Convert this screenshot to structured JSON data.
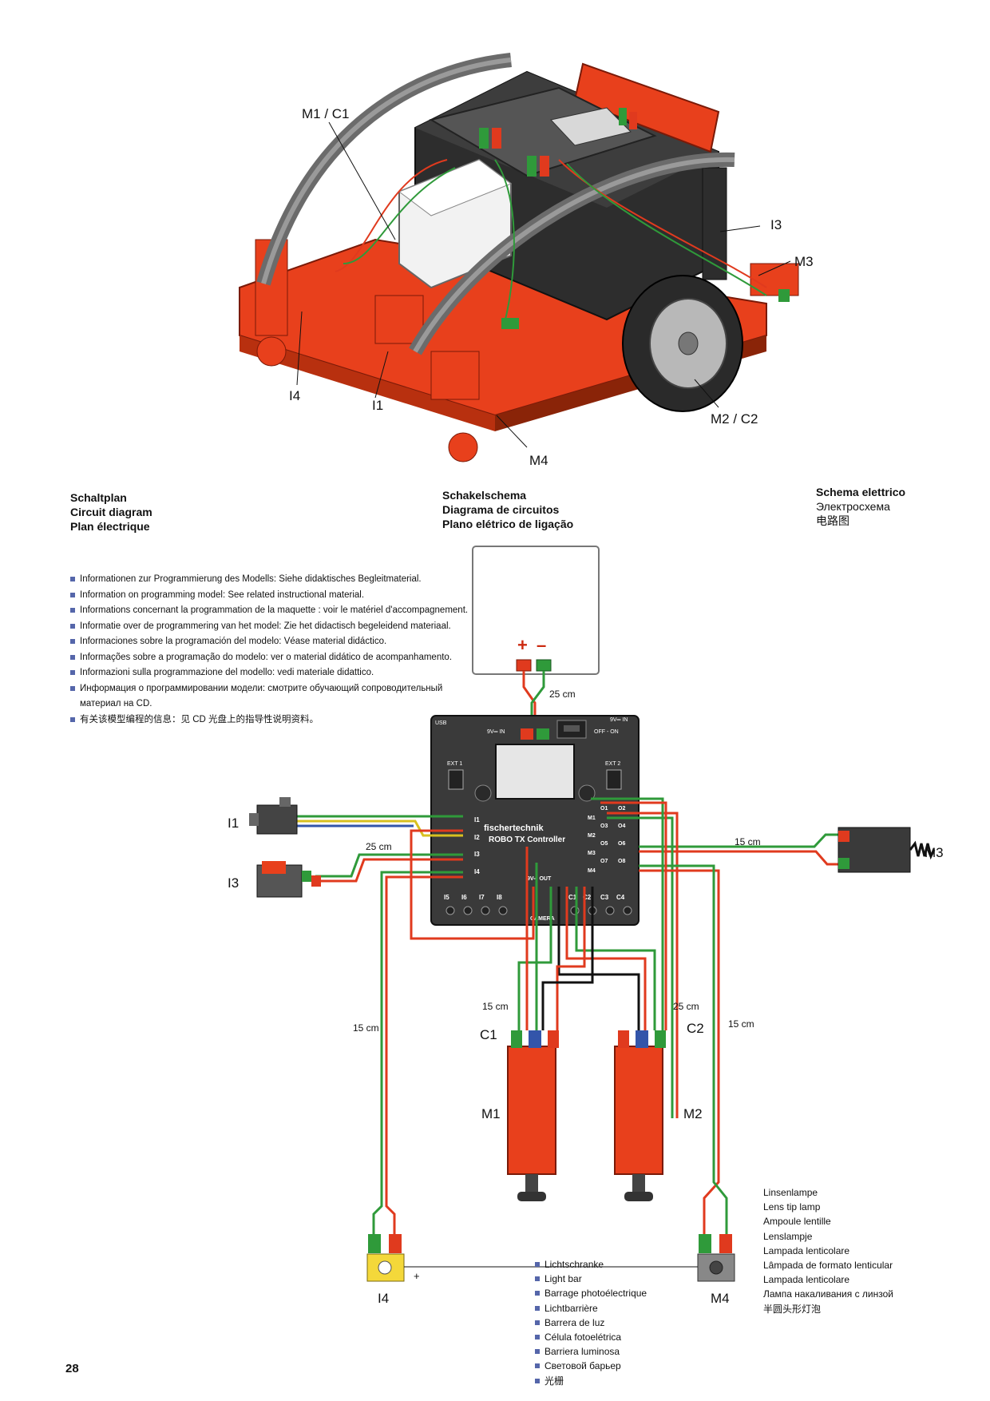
{
  "colors": {
    "model_red": "#e8401c",
    "model_dark": "#2a2a2a",
    "controller": "#3a3a3a",
    "wire_red": "#e03a1e",
    "wire_green": "#2f9a3a",
    "plug_blue": "#3355aa",
    "bullet": "#5566aa"
  },
  "photo": {
    "labels": {
      "m1c1": "M1 / C1",
      "i3": "I3",
      "m3": "M3",
      "i4": "I4",
      "i1": "I1",
      "m2c2": "M2 / C2",
      "m4": "M4"
    }
  },
  "headers": {
    "left": [
      "Schaltplan",
      "Circuit diagram",
      "Plan électrique"
    ],
    "middle": [
      "Schakelschema",
      "Diagrama de circuitos",
      "Plano elétrico de ligação"
    ],
    "right": [
      "Schema elettrico",
      "Электросхема",
      "电路图"
    ]
  },
  "info": [
    "Informationen zur Programmierung des Modells: Siehe didaktisches Begleitmaterial.",
    "Information on programming model: See related instructional material.",
    "Informations concernant la programmation de la maquette : voir le matériel d'accompagnement.",
    "Informatie over de programmering van het model: Zie het didactisch begeleidend materiaal.",
    "Informaciones sobre la programación del modelo: Véase material didáctico.",
    "Informações sobre a programação do modelo: ver o material didático de acompanhamento.",
    "Informazioni sulla programmazione del modello: vedi materiale didattico.",
    "Информация о программировании модели: смотрите обучающий сопроводительный материал на CD.",
    "有关该模型编程的信息：见 CD 光盘上的指导性说明资料。"
  ],
  "battery": {
    "plus": "+",
    "minus": "–"
  },
  "controller": {
    "brand": "fischertechnik",
    "model": "ROBO TX Controller",
    "usb": "USB",
    "pwr_in_left": "9V═ IN",
    "pwr_in_right": "9V═ IN",
    "off_on": "OFF - ON",
    "ext1": "EXT 1",
    "ext2": "EXT 2",
    "inputs": [
      "I1",
      "I2",
      "I3",
      "I4"
    ],
    "outputs_left": [
      "O1",
      "O3",
      "O5",
      "O7"
    ],
    "outputs_right": [
      "O2",
      "O4",
      "O6",
      "O8"
    ],
    "motor_labels": [
      "M1",
      "M2",
      "M3",
      "M4"
    ],
    "bottom_inputs": [
      "I5",
      "I6",
      "I7",
      "I8"
    ],
    "out9v": "9V═ OUT",
    "counters": [
      "C1",
      "C2",
      "C3",
      "C4"
    ],
    "camera": "CAMERA"
  },
  "components": {
    "i1": "I1",
    "i3": "I3",
    "m3": "M3",
    "c1": "C1",
    "c2": "C2",
    "m1": "M1",
    "m2": "M2",
    "i4": "I4",
    "m4": "M4"
  },
  "wire_lengths": {
    "battery": "25 cm",
    "inputs": "25 cm",
    "m3": "15 cm",
    "c1": "15 cm",
    "c2": "25 cm",
    "i4": "15 cm",
    "m4": "15 cm"
  },
  "plus_mark": "+",
  "lamp_legend": [
    "Linsenlampe",
    "Lens tip lamp",
    "Ampoule lentille",
    "Lenslampje",
    "Lampada lenticolare",
    "Lâmpada de formato lenticular",
    "Lampada lenticolare",
    "Лампа накаливания с линзой",
    "半圆头形灯泡"
  ],
  "lightbar_legend": [
    "Lichtschranke",
    "Light bar",
    "Barrage photoélectrique",
    "Lichtbarrière",
    "Barrera de luz",
    "Célula fotoelétrica",
    "Barriera luminosa",
    "Световой барьер",
    "光栅"
  ],
  "page_number": "28"
}
